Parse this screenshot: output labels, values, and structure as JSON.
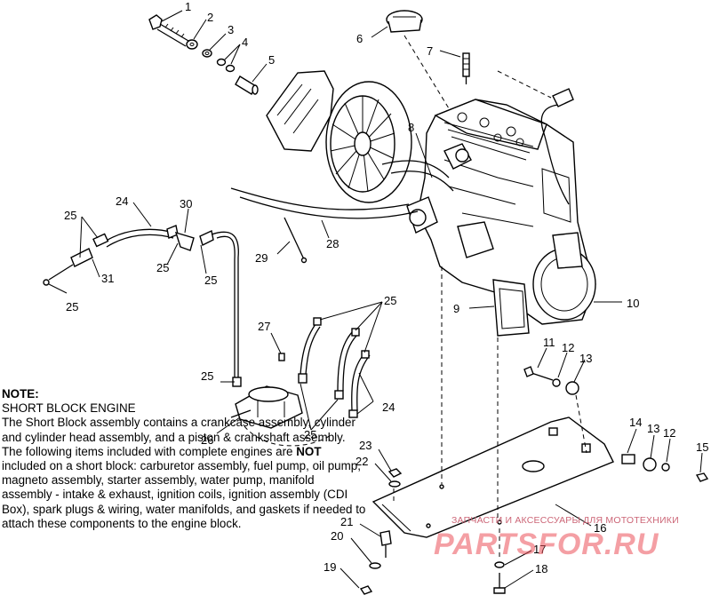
{
  "callouts": [
    {
      "id": "1",
      "text": "1"
    },
    {
      "id": "2",
      "text": "2"
    },
    {
      "id": "3",
      "text": "3"
    },
    {
      "id": "4",
      "text": "4"
    },
    {
      "id": "5",
      "text": "5"
    },
    {
      "id": "6",
      "text": "6"
    },
    {
      "id": "7",
      "text": "7"
    },
    {
      "id": "8",
      "text": "8"
    },
    {
      "id": "9",
      "text": "9"
    },
    {
      "id": "10",
      "text": "10"
    },
    {
      "id": "11",
      "text": "11"
    },
    {
      "id": "12a",
      "text": "12"
    },
    {
      "id": "13a",
      "text": "13"
    },
    {
      "id": "14",
      "text": "14"
    },
    {
      "id": "13b",
      "text": "13"
    },
    {
      "id": "12b",
      "text": "12"
    },
    {
      "id": "15",
      "text": "15"
    },
    {
      "id": "16",
      "text": "16"
    },
    {
      "id": "17",
      "text": "17"
    },
    {
      "id": "18",
      "text": "18"
    },
    {
      "id": "19",
      "text": "19"
    },
    {
      "id": "20",
      "text": "20"
    },
    {
      "id": "21",
      "text": "21"
    },
    {
      "id": "22",
      "text": "22"
    },
    {
      "id": "23",
      "text": "23"
    },
    {
      "id": "24a",
      "text": "24"
    },
    {
      "id": "24b",
      "text": "24"
    },
    {
      "id": "25a",
      "text": "25"
    },
    {
      "id": "25b",
      "text": "25"
    },
    {
      "id": "25c",
      "text": "25"
    },
    {
      "id": "25d",
      "text": "25"
    },
    {
      "id": "25e",
      "text": "25"
    },
    {
      "id": "25f",
      "text": "25"
    },
    {
      "id": "25g",
      "text": "25"
    },
    {
      "id": "26",
      "text": "26"
    },
    {
      "id": "27",
      "text": "27"
    },
    {
      "id": "28",
      "text": "28"
    },
    {
      "id": "29",
      "text": "29"
    },
    {
      "id": "30",
      "text": "30"
    },
    {
      "id": "31",
      "text": "31"
    }
  ],
  "note": {
    "title": "NOTE:",
    "heading": "SHORT BLOCK ENGINE",
    "text_before": "The Short Block assembly contains a crankcase assembly, cylinder and cylinder head assembly, and a piston & crankshaft assembly.  The following items included with complete engines are ",
    "emphasis": "NOT",
    "text_after": " included on a short block:  carburetor assembly, fuel pump, oil pump, magneto assembly, starter assembly, water pump, manifold assembly - intake & exhaust, ignition coils, ignition assembly (CDI Box), spark plugs & wiring, water manifolds, and gaskets if needed to attach these components to the engine block."
  },
  "watermark": {
    "caption": "ЗАПЧАСТИ И АКСЕССУАРЫ ДЛЯ МОТОТЕХНИКИ",
    "logo": "PARTSFOR.RU"
  }
}
